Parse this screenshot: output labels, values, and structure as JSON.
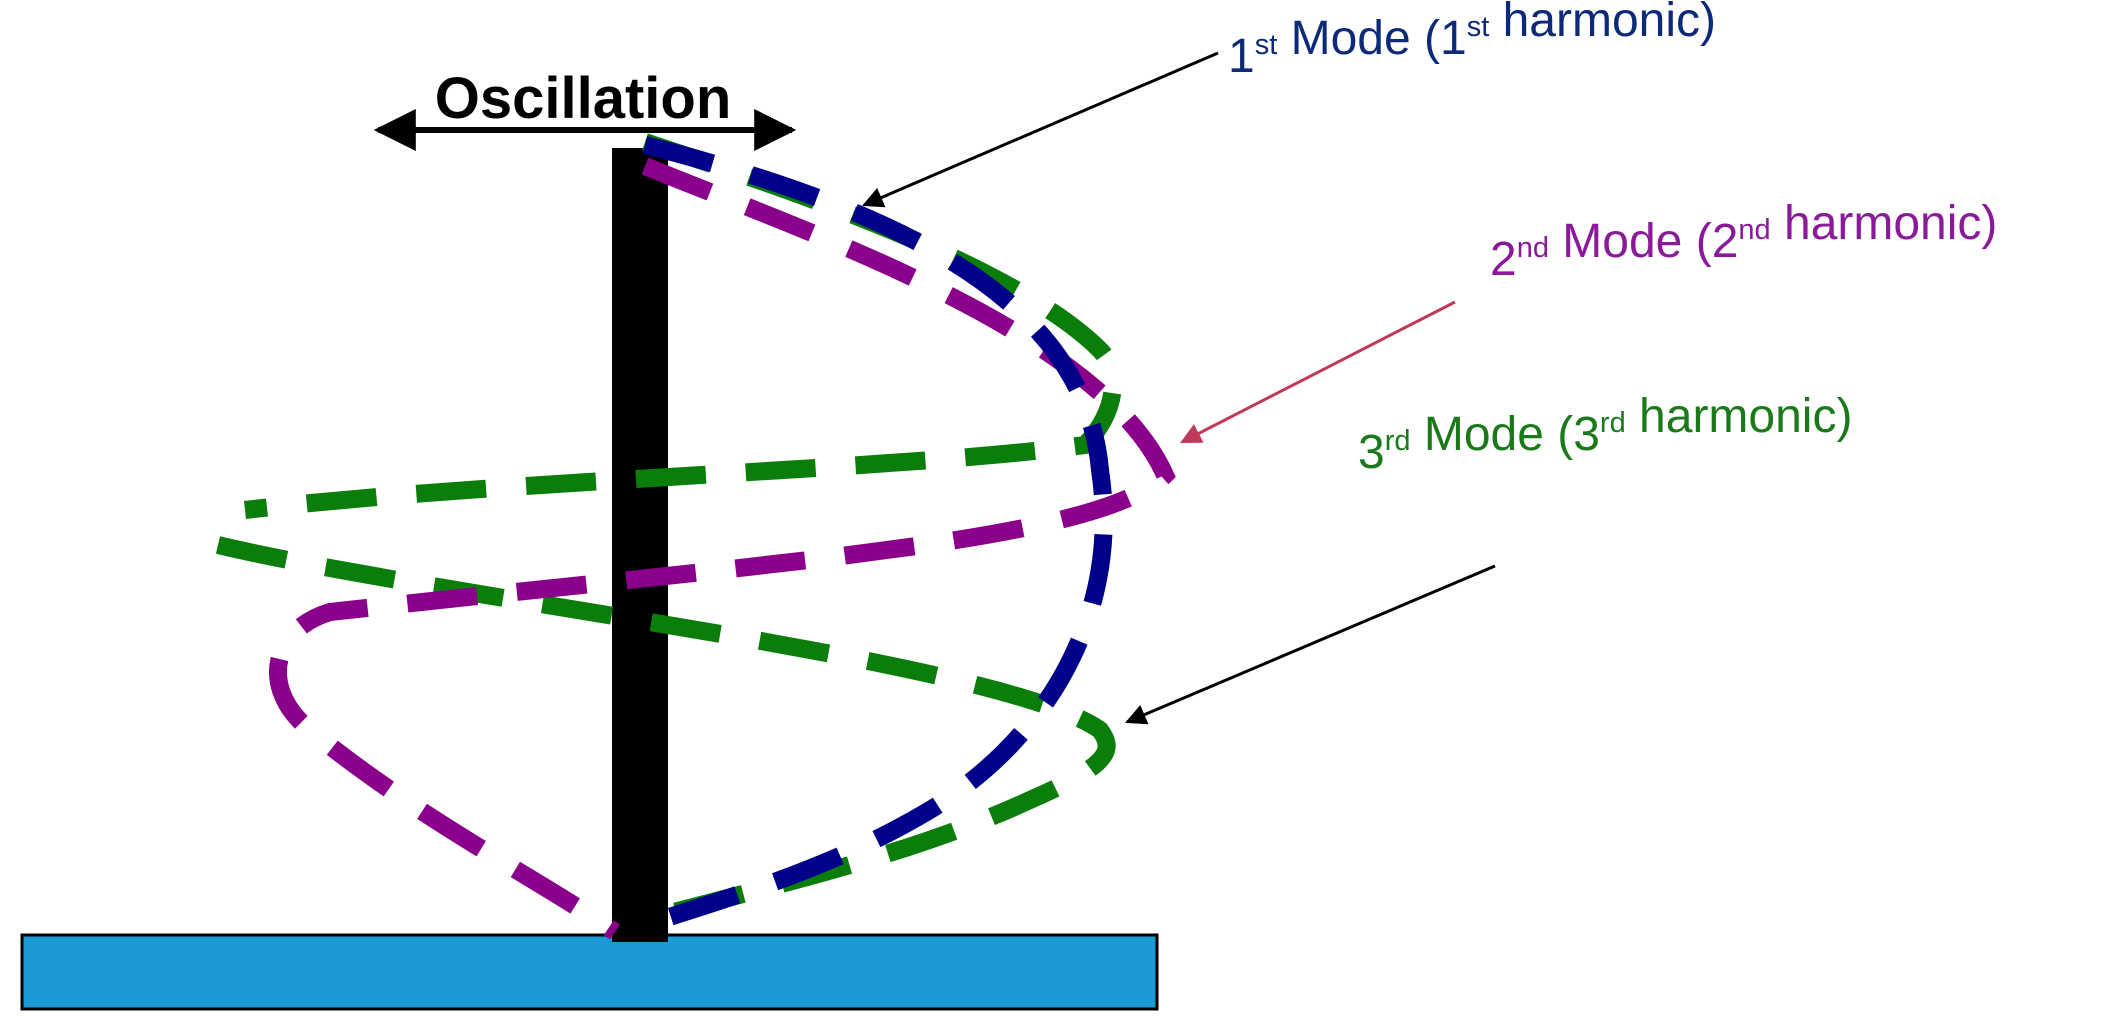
{
  "oscillation_label": "Oscillation",
  "modes": [
    {
      "id": "mode-1",
      "prefix": "1",
      "sup1": "st",
      "middle": " Mode (1",
      "sup2": "st",
      "suffix": " harmonic)",
      "color": "#0d2a78"
    },
    {
      "id": "mode-2",
      "prefix": "2",
      "sup1": "nd",
      "middle": " Mode (2",
      "sup2": "nd",
      "suffix": " harmonic)",
      "color": "#8b1a9b"
    },
    {
      "id": "mode-3",
      "prefix": "3",
      "sup1": "rd",
      "middle": " Mode (3",
      "sup2": "rd",
      "suffix": " harmonic)",
      "color": "#1a7a1a"
    }
  ],
  "colors": {
    "beam": "#000000",
    "base": "#1a9bd7",
    "mode1_curve": "#00008b",
    "mode2_curve": "#8b008b",
    "mode3_curve": "#0a7d0a",
    "mode2_arrow": "#c0395a",
    "arrow": "#000000"
  }
}
